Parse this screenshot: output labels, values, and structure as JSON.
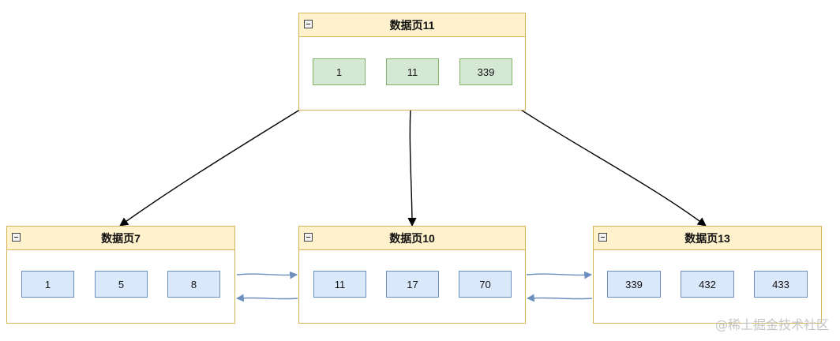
{
  "pages": [
    {
      "id": "page11",
      "title": "数据页11",
      "kind": "green",
      "records": [
        "1",
        "11",
        "339"
      ]
    },
    {
      "id": "page7",
      "title": "数据页7",
      "kind": "blue",
      "records": [
        "1",
        "5",
        "8"
      ]
    },
    {
      "id": "page10",
      "title": "数据页10",
      "kind": "blue",
      "records": [
        "11",
        "17",
        "70"
      ]
    },
    {
      "id": "page13",
      "title": "数据页13",
      "kind": "blue",
      "records": [
        "339",
        "432",
        "433"
      ]
    }
  ],
  "watermark": "@稀土掘金技术社区",
  "colors": {
    "header_fill": "#fff2cc",
    "header_border": "#d6b656",
    "green_fill": "#d5e8d4",
    "green_border": "#82b366",
    "blue_fill": "#dae8fc",
    "blue_border": "#6c8ebf",
    "pointer": "#000000"
  }
}
